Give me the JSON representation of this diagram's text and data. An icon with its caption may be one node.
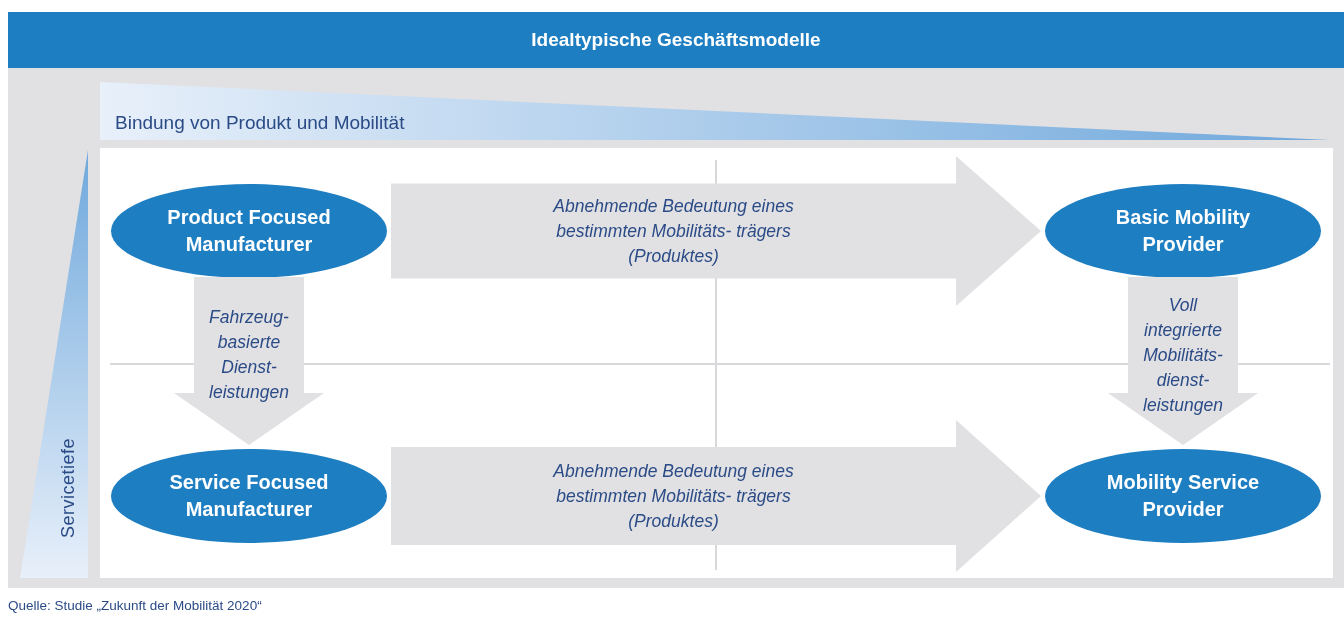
{
  "diagram": {
    "title": "Idealtypische Geschäftsmodelle",
    "nodes": [
      {
        "text": [
          "Product Focused Manufacturer"
        ]
      },
      {
        "text": [
          "Service Focused Manufacturer"
        ]
      },
      {
        "text": [
          "Basic Mobility Provider"
        ]
      },
      {
        "text": [
          "Mobility Service Provider"
        ]
      }
    ],
    "edges": [
      {
        "from": 0,
        "to": 2,
        "arrow": "to",
        "label": "Abnehmende Bedeutung eines bestimmten Mobilitäts- trägers (Produktes)"
      },
      {
        "from": 0,
        "to": 1,
        "arrow": "to",
        "label": "Fahrzeug- basierte Dienst- leistungen"
      },
      {
        "from": 2,
        "to": 3,
        "arrow": "to",
        "label": "Voll integrierte Mobilitäts- dienst- leistungen"
      },
      {
        "from": 1,
        "to": 3,
        "arrow": "to",
        "label": "Abnehmende Bedeutung eines bestimmten Mobilitäts- trägers (Produktes)"
      }
    ],
    "labels": [
      "Bindung von Produkt und Mobilität",
      "Servicetiefe"
    ],
    "caption": "Quelle: Studie „Zukunft der Mobilität 2020“"
  }
}
